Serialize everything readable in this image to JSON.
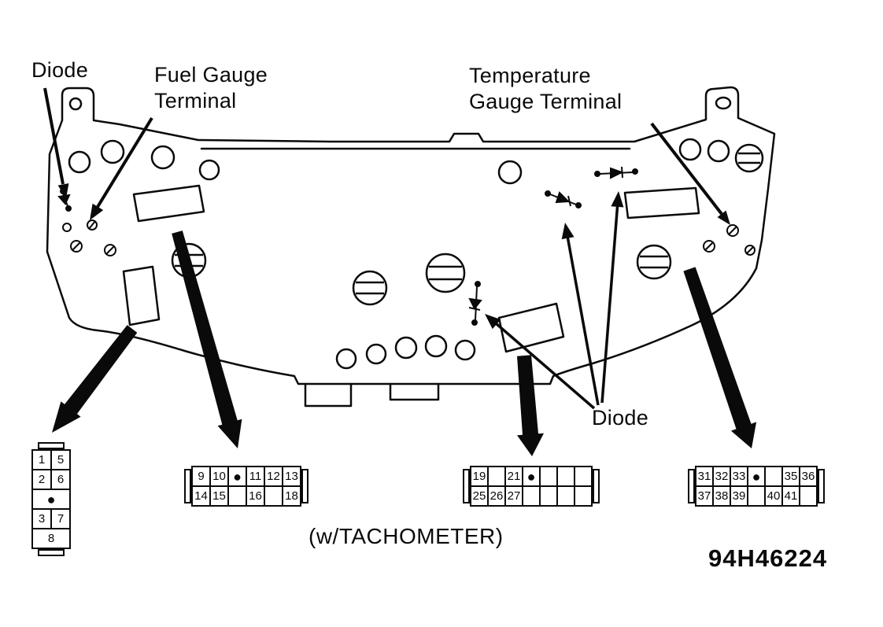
{
  "figure": {
    "tachometer_note": "(w/TACHOMETER)",
    "figure_id": "94H46224"
  },
  "callouts": {
    "diode_top": "Diode",
    "fuel_gauge": [
      "Fuel Gauge",
      "Terminal"
    ],
    "temperature_gauge": [
      "Temperature",
      "Gauge Terminal"
    ],
    "diode_bottom": "Diode"
  },
  "connectors": [
    {
      "id": "connector-a",
      "rows": [
        [
          "1",
          "5"
        ],
        [
          "2",
          "6"
        ],
        [
          "●"
        ],
        [
          "3",
          "7"
        ],
        [
          "8"
        ]
      ]
    },
    {
      "id": "connector-b",
      "rows": [
        [
          "9",
          "10",
          "●",
          "11",
          "12",
          "13"
        ],
        [
          "14",
          "15",
          "",
          "16",
          "",
          "18"
        ]
      ]
    },
    {
      "id": "connector-c",
      "rows": [
        [
          "19",
          "",
          "21",
          "●",
          "",
          "",
          ""
        ],
        [
          "25",
          "26",
          "27",
          "",
          "",
          "",
          ""
        ]
      ]
    },
    {
      "id": "connector-d",
      "rows": [
        [
          "31",
          "32",
          "33",
          "●",
          "",
          "35",
          "36"
        ],
        [
          "37",
          "38",
          "39",
          "",
          "40",
          "41",
          ""
        ]
      ]
    }
  ],
  "colors": {
    "ink": "#0a0a0a",
    "paper": "#ffffff"
  }
}
